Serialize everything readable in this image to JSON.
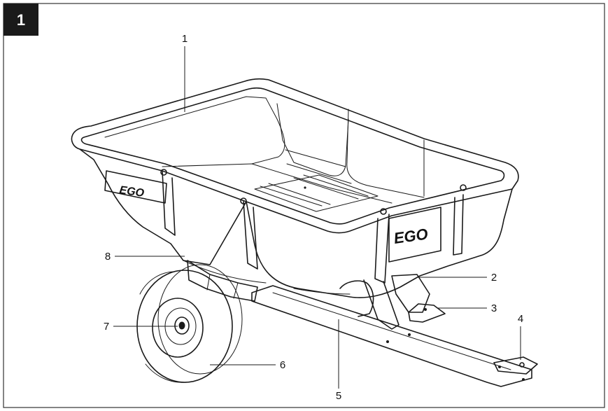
{
  "figure": {
    "number": "1",
    "brand_logo": "EGO"
  },
  "callouts": [
    {
      "id": "c1",
      "label": "1"
    },
    {
      "id": "c2",
      "label": "2"
    },
    {
      "id": "c3",
      "label": "3"
    },
    {
      "id": "c4",
      "label": "4"
    },
    {
      "id": "c5",
      "label": "5"
    },
    {
      "id": "c6",
      "label": "6"
    },
    {
      "id": "c7",
      "label": "7"
    },
    {
      "id": "c8",
      "label": "8"
    }
  ],
  "colors": {
    "badge": "#1a1a1a",
    "line": "#1a1a1a",
    "frame": "#333333"
  }
}
